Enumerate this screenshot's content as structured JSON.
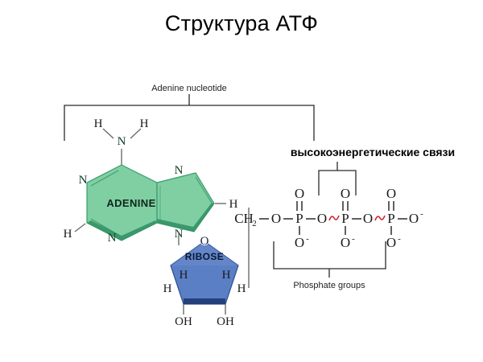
{
  "slide": {
    "title": "Структура АТФ",
    "background_color": "#ffffff"
  },
  "labels": {
    "adenine_nucleotide": "Adenine nucleotide",
    "phosphate_groups": "Phosphate groups",
    "high_energy_bonds_ru": "высокоэнергетические связи"
  },
  "adenine": {
    "name": "ADENINE",
    "fill_color": "#7fcfa2",
    "edge_color": "#2f8e63",
    "amino_h_left": "H",
    "amino_h_right": "H",
    "amino_n": "N",
    "ring_n_left": "N",
    "ring_n_bottom": "N",
    "ring_h_left": "H",
    "imidazole_n_top": "N",
    "imidazole_n_bottom": "N",
    "imidazole_h_right": "H"
  },
  "ribose": {
    "name": "RIBOSE",
    "fill_color": "#5a7fc4",
    "edge_color": "#1d3a73",
    "o_top": "O",
    "h_inner_left": "H",
    "h_inner_right": "H",
    "h_outer_left": "H",
    "h_outer_right": "H",
    "oh_left": "OH",
    "oh_right": "OH"
  },
  "phosphate_chain": {
    "ch2": "CH",
    "ch2_sub": "2",
    "bridge_o_1": "O",
    "p1": "P",
    "bridge_o_2": "O",
    "p2": "P",
    "bridge_o_3": "O",
    "p3": "P",
    "terminal_o": "O",
    "terminal_charge": "-",
    "double_o_1": "O",
    "double_o_2": "O",
    "double_o_3": "O",
    "lower_o_1": "O",
    "lower_o_1_charge": "-",
    "lower_o_2": "O",
    "lower_o_2_charge": "-",
    "lower_o_3": "O",
    "lower_o_3_charge": "-",
    "dash": "–",
    "squiggle_color": "#d32535",
    "squiggle_count": 2
  }
}
